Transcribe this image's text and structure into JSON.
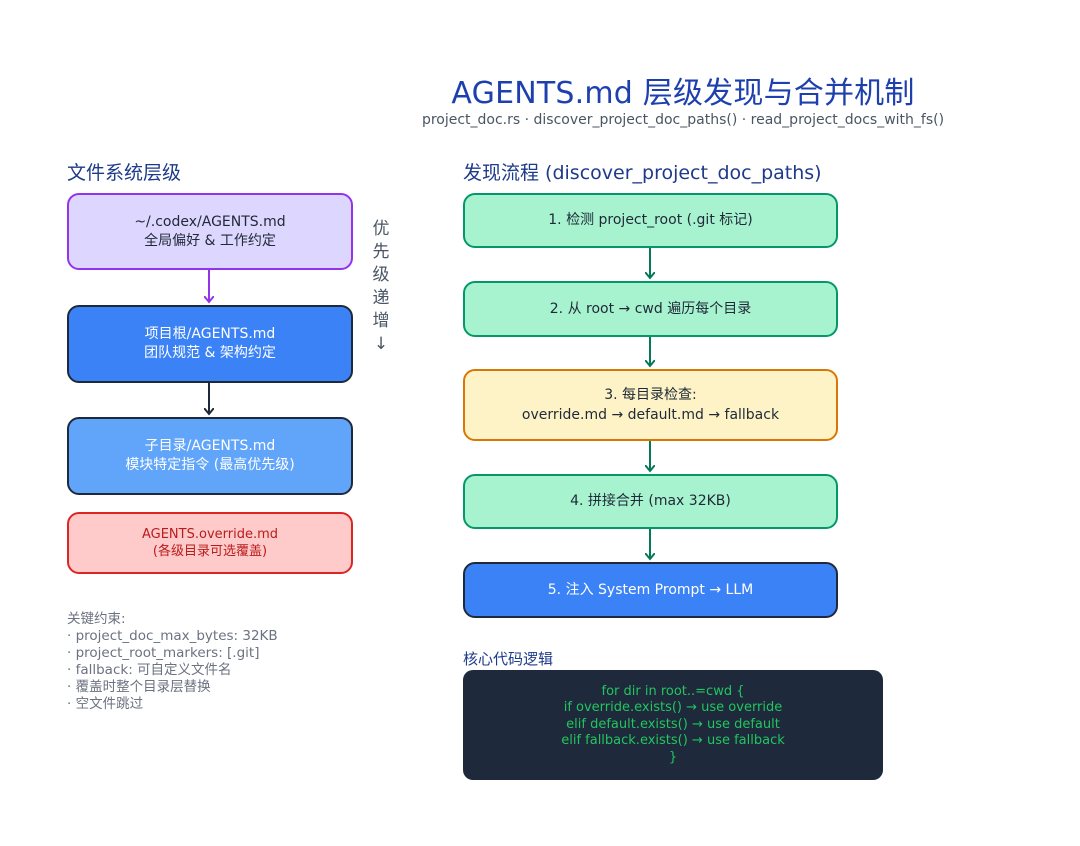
{
  "header": {
    "title": "AGENTS.md 层级发现与合并机制",
    "subtitle": "project_doc.rs · discover_project_doc_paths() · read_project_docs_with_fs()"
  },
  "left": {
    "heading": "文件系统层级",
    "boxes": [
      {
        "line1": "~/.codex/AGENTS.md",
        "line2": "全局偏好 & 工作约定"
      },
      {
        "line1": "项目根/AGENTS.md",
        "line2": "团队规范 & 架构约定"
      },
      {
        "line1": "子目录/AGENTS.md",
        "line2": "模块特定指令 (最高优先级)"
      },
      {
        "line1": "AGENTS.override.md",
        "line2": "(各级目录可选覆盖)"
      }
    ],
    "priority_label": "优先级递增↓",
    "notes": {
      "title": "关键约束:",
      "items": [
        "· project_doc_max_bytes: 32KB",
        "· project_root_markers: [.git]",
        "· fallback: 可自定义文件名",
        "· 覆盖时整个目录层替换",
        "· 空文件跳过"
      ]
    }
  },
  "right": {
    "heading": "发现流程 (discover_project_doc_paths)",
    "steps": [
      {
        "line1": "1. 检测 project_root (.git 标记)",
        "line2": ""
      },
      {
        "line1": "2. 从 root → cwd 遍历每个目录",
        "line2": ""
      },
      {
        "line1": "3. 每目录检查:",
        "line2": "override.md → default.md → fallback"
      },
      {
        "line1": "4. 拼接合并 (max 32KB)",
        "line2": ""
      },
      {
        "line1": "5. 注入 System Prompt → LLM",
        "line2": ""
      }
    ],
    "code": {
      "heading": "核心代码逻辑",
      "lines": [
        "for dir in root..=cwd {",
        "if override.exists() → use override",
        "elif default.exists() → use default",
        "elif fallback.exists() → use fallback",
        "}"
      ]
    }
  },
  "colors": {
    "title": "#1e40af",
    "purple_fill": "#ddd6fe",
    "purple_border": "#9333ea",
    "blue_dark": "#3b82f6",
    "blue_light": "#60a5fa",
    "red_fill": "#fecaca",
    "red_border": "#dc2626",
    "green_fill": "#a7f3d0",
    "green_border": "#059669",
    "yellow_fill": "#fef3c7",
    "yellow_border": "#d97706",
    "code_bg": "#1e293b",
    "code_text": "#22c55e"
  }
}
